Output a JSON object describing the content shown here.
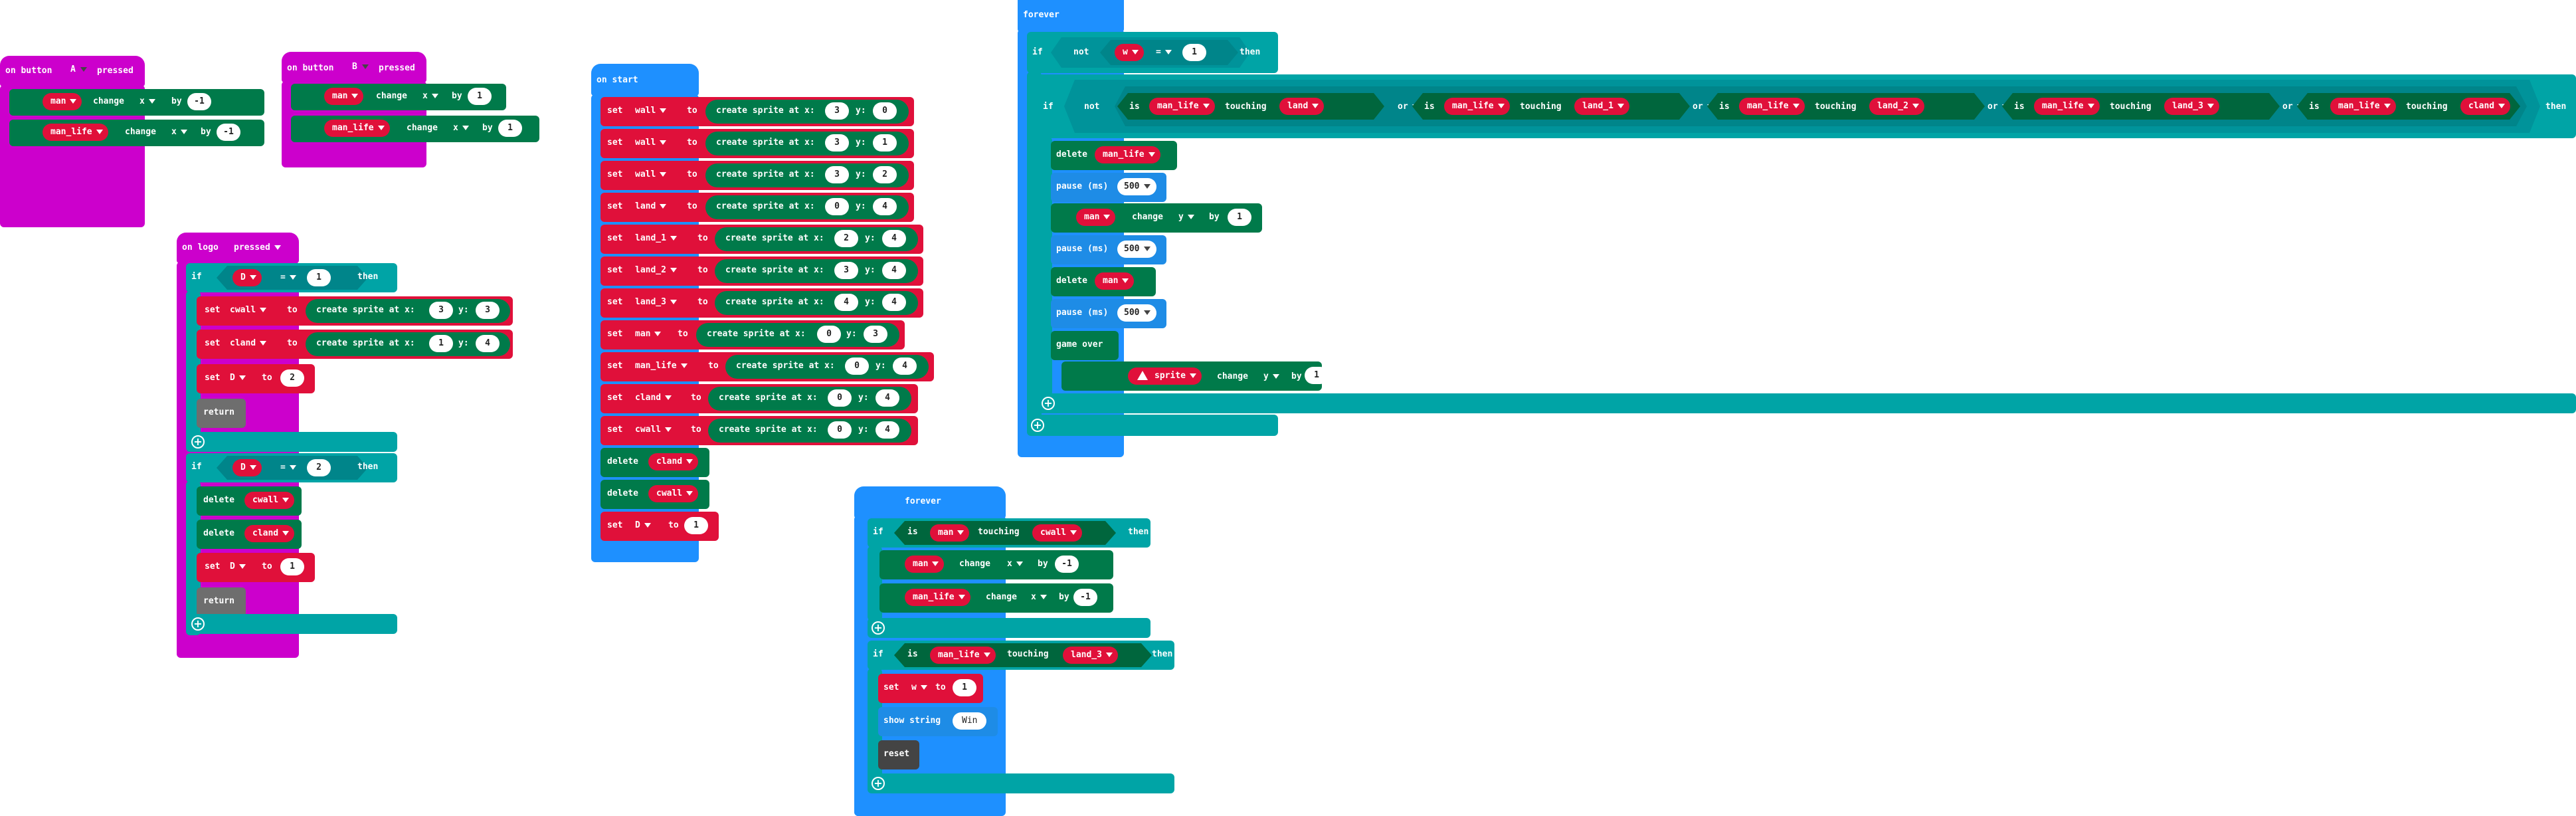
{
  "blocks": {
    "on_button_a": {
      "on_button": "on button",
      "button": "A",
      "pressed": "pressed",
      "rows": [
        {
          "var": "man",
          "change": "change",
          "axis": "x",
          "by": "by",
          "value": "-1"
        },
        {
          "var": "man_life",
          "change": "change",
          "axis": "x",
          "by": "by",
          "value": "-1"
        }
      ]
    },
    "on_button_b": {
      "on_button": "on button",
      "button": "B",
      "pressed": "pressed",
      "rows": [
        {
          "var": "man",
          "change": "change",
          "axis": "x",
          "by": "by",
          "value": "1"
        },
        {
          "var": "man_life",
          "change": "change",
          "axis": "x",
          "by": "by",
          "value": "1"
        }
      ]
    },
    "on_logo": {
      "label": "on logo",
      "event": "pressed",
      "if1": {
        "if": "if",
        "var": "D",
        "op": "=",
        "value": "1",
        "then": "then",
        "rows": [
          {
            "set": "set",
            "var": "cwall",
            "to": "to",
            "create": "create sprite at x:",
            "x": "3",
            "y_label": "y:",
            "y": "3"
          },
          {
            "set": "set",
            "var": "cland",
            "to": "to",
            "create": "create sprite at x:",
            "x": "1",
            "y_label": "y:",
            "y": "4"
          }
        ],
        "set_d": {
          "set": "set",
          "var": "D",
          "to": "to",
          "value": "2"
        },
        "return": "return"
      },
      "if2": {
        "if": "if",
        "var": "D",
        "op": "=",
        "value": "2",
        "then": "then",
        "delete1": {
          "delete": "delete",
          "var": "cwall"
        },
        "delete2": {
          "delete": "delete",
          "var": "cland"
        },
        "set_d": {
          "set": "set",
          "var": "D",
          "to": "to",
          "value": "1"
        },
        "return": "return"
      }
    },
    "on_start": {
      "label": "on start",
      "rows": [
        {
          "set": "set",
          "var": "wall",
          "to": "to",
          "create": "create sprite at x:",
          "x": "3",
          "y_label": "y:",
          "y": "0"
        },
        {
          "set": "set",
          "var": "wall",
          "to": "to",
          "create": "create sprite at x:",
          "x": "3",
          "y_label": "y:",
          "y": "1"
        },
        {
          "set": "set",
          "var": "wall",
          "to": "to",
          "create": "create sprite at x:",
          "x": "3",
          "y_label": "y:",
          "y": "2"
        },
        {
          "set": "set",
          "var": "land",
          "to": "to",
          "create": "create sprite at x:",
          "x": "0",
          "y_label": "y:",
          "y": "4"
        },
        {
          "set": "set",
          "var": "land_1",
          "to": "to",
          "create": "create sprite at x:",
          "x": "2",
          "y_label": "y:",
          "y": "4"
        },
        {
          "set": "set",
          "var": "land_2",
          "to": "to",
          "create": "create sprite at x:",
          "x": "3",
          "y_label": "y:",
          "y": "4"
        },
        {
          "set": "set",
          "var": "land_3",
          "to": "to",
          "create": "create sprite at x:",
          "x": "4",
          "y_label": "y:",
          "y": "4"
        },
        {
          "set": "set",
          "var": "man",
          "to": "to",
          "create": "create sprite at x:",
          "x": "0",
          "y_label": "y:",
          "y": "3"
        },
        {
          "set": "set",
          "var": "man_life",
          "to": "to",
          "create": "create sprite at x:",
          "x": "0",
          "y_label": "y:",
          "y": "4"
        },
        {
          "set": "set",
          "var": "cland",
          "to": "to",
          "create": "create sprite at x:",
          "x": "0",
          "y_label": "y:",
          "y": "4"
        },
        {
          "set": "set",
          "var": "cwall",
          "to": "to",
          "create": "create sprite at x:",
          "x": "0",
          "y_label": "y:",
          "y": "4"
        }
      ],
      "delete1": {
        "delete": "delete",
        "var": "cland"
      },
      "delete2": {
        "delete": "delete",
        "var": "cwall"
      },
      "set_d": {
        "set": "set",
        "var": "D",
        "to": "to",
        "value": "1"
      }
    },
    "forever_bottom": {
      "label": "forever",
      "if1": {
        "if": "if",
        "is": "is",
        "var": "man",
        "touching": "touching",
        "target": "cwall",
        "then": "then",
        "rows": [
          {
            "var": "man",
            "change": "change",
            "axis": "x",
            "by": "by",
            "value": "-1"
          },
          {
            "var": "man_life",
            "change": "change",
            "axis": "x",
            "by": "by",
            "value": "-1"
          }
        ]
      },
      "if2": {
        "if": "if",
        "is": "is",
        "var": "man_life",
        "touching": "touching",
        "target": "land_3",
        "then": "then",
        "set_w": {
          "set": "set",
          "var": "w",
          "to": "to",
          "value": "1"
        },
        "show": {
          "label": "show string",
          "value": "Win"
        },
        "reset": "reset"
      }
    },
    "forever_top": {
      "label": "forever",
      "if1": {
        "if": "if",
        "not": "not",
        "var": "w",
        "op": "=",
        "value": "1",
        "then": "then"
      },
      "if2": {
        "if": "if",
        "not": "not",
        "conds": [
          {
            "is": "is",
            "var": "man_life",
            "touching": "touching",
            "target": "land"
          },
          {
            "is": "is",
            "var": "man_life",
            "touching": "touching",
            "target": "land_1"
          },
          {
            "is": "is",
            "var": "man_life",
            "touching": "touching",
            "target": "land_2"
          },
          {
            "is": "is",
            "var": "man_life",
            "touching": "touching",
            "target": "land_3"
          },
          {
            "is": "is",
            "var": "man_life",
            "touching": "touching",
            "target": "cland"
          }
        ],
        "or": "or",
        "then": "then"
      },
      "delete1": {
        "delete": "delete",
        "var": "man_life"
      },
      "pause1": {
        "label": "pause (ms)",
        "value": "500"
      },
      "change_man": {
        "var": "man",
        "change": "change",
        "axis": "y",
        "by": "by",
        "value": "1"
      },
      "pause2": {
        "label": "pause (ms)",
        "value": "500"
      },
      "delete2": {
        "delete": "delete",
        "var": "man"
      },
      "pause3": {
        "label": "pause (ms)",
        "value": "500"
      },
      "game_over": "game over",
      "sprite_change": {
        "var": "sprite",
        "change": "change",
        "axis": "y",
        "by": "by",
        "value": "1"
      }
    }
  },
  "icons": {
    "warning": "warning-icon",
    "add": "add-icon"
  }
}
